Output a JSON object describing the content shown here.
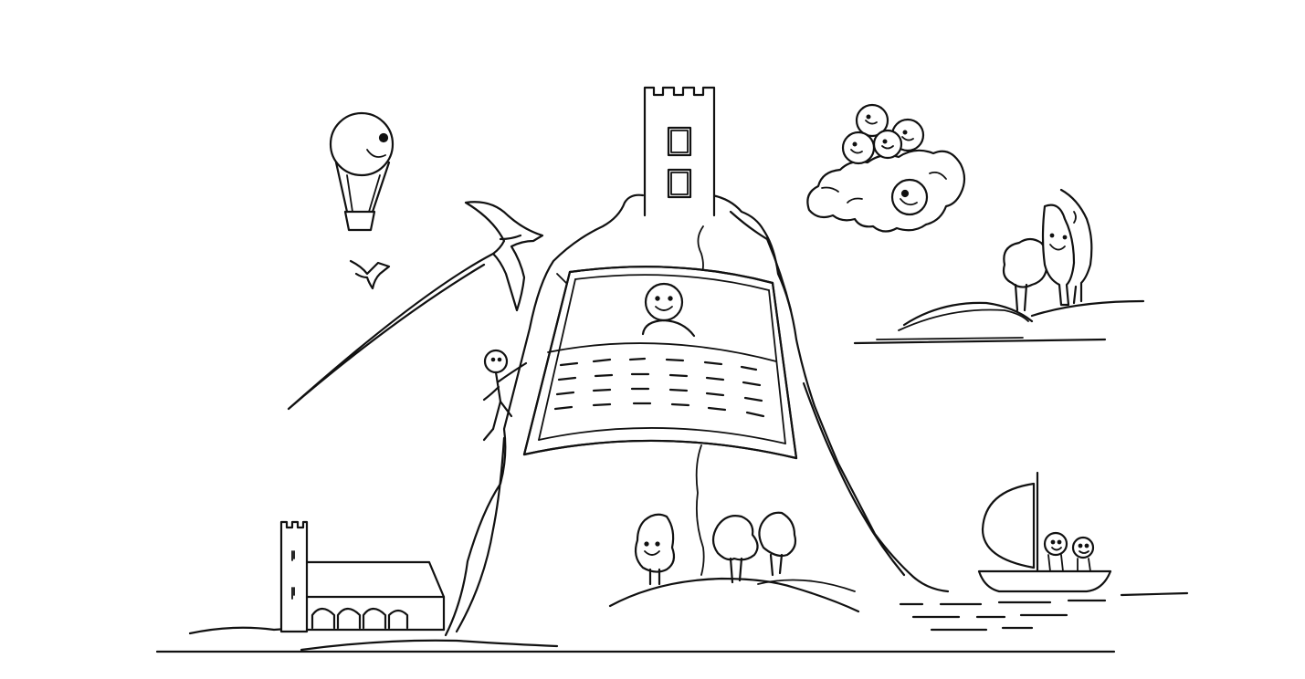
{
  "illustration": {
    "colors": {
      "line": "#111111",
      "background": "#ffffff"
    },
    "elements": [
      "tor-hill",
      "tower",
      "book",
      "reader",
      "climber",
      "swallow-bird",
      "small-bird",
      "hot-air-balloon",
      "cloud-with-faces",
      "trees-on-hill",
      "church",
      "village-trees",
      "sailboat",
      "water",
      "ground-line"
    ]
  }
}
